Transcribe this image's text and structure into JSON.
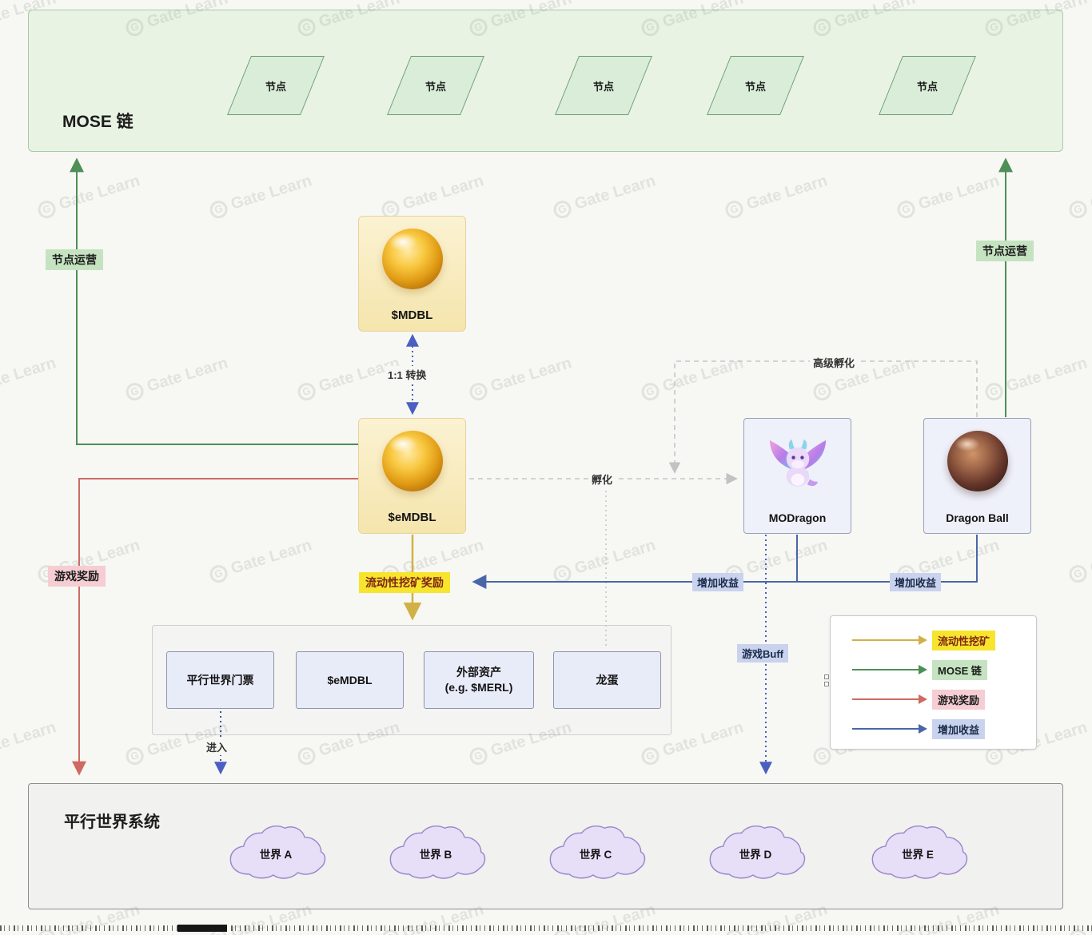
{
  "watermark": {
    "text": "Gate Learn"
  },
  "mose_chain": {
    "title": "MOSE 链",
    "nodes": [
      {
        "label": "节点"
      },
      {
        "label": "节点"
      },
      {
        "label": "节点"
      },
      {
        "label": "节点"
      },
      {
        "label": "节点"
      }
    ]
  },
  "cards": {
    "mdbl": {
      "label": "$MDBL"
    },
    "emdbl": {
      "label": "$eMDBL"
    },
    "modragon": {
      "label": "MODragon"
    },
    "dragon_ball": {
      "label": "Dragon Ball"
    }
  },
  "edge_labels": {
    "convert": "1:1 转换",
    "hatch": "孵化",
    "advanced_hatch": "高级孵化",
    "node_operation_left": "节点运营",
    "node_operation_right": "节点运营",
    "game_reward": "游戏奖励",
    "liquidity_mining_reward": "流动性挖矿奖励",
    "increase_yield_left": "增加收益",
    "increase_yield_right": "增加收益",
    "game_buff": "游戏Buff",
    "enter": "进入"
  },
  "pool": {
    "items": [
      {
        "label": "平行世界门票"
      },
      {
        "label": "$eMDBL"
      },
      {
        "label": "外部资产",
        "sublabel": "(e.g. $MERL)"
      },
      {
        "label": "龙蛋"
      }
    ]
  },
  "legend": {
    "items": [
      {
        "label": "流动性挖矿",
        "arrow_color": "#d1b145",
        "tag_bg": "#f7e42d",
        "text_color": "#7e2413"
      },
      {
        "label": "MOSE 链",
        "arrow_color": "#4d8f56",
        "tag_bg": "#c5e3c0",
        "text_color": "#1c1c1c"
      },
      {
        "label": "游戏奖励",
        "arrow_color": "#cf6a62",
        "tag_bg": "#f5cdd3",
        "text_color": "#1c1c1c"
      },
      {
        "label": "增加收益",
        "arrow_color": "#4a66a8",
        "tag_bg": "#c9d3ee",
        "text_color": "#1c2b4a"
      }
    ]
  },
  "world_system": {
    "title": "平行世界系统",
    "worlds": [
      {
        "label": "世界 A"
      },
      {
        "label": "世界 B"
      },
      {
        "label": "世界 C"
      },
      {
        "label": "世界 D"
      },
      {
        "label": "世界 E"
      }
    ]
  },
  "palette": {
    "page_bg": "#f7f7f4",
    "mose_box_bg": "#e8f3e4",
    "node_bg": "#d9edd9",
    "gold_card_bg": "#f9edc6",
    "lavender_card_bg": "#eef0fa",
    "pool_item_bg": "#e8ebf8",
    "cloud_bg": "#e7def7",
    "arrow_liquidity": "#d1b145",
    "arrow_mose": "#4d8f56",
    "arrow_game_reward": "#cf6a62",
    "arrow_yield": "#4a66a8",
    "arrow_dotted_blue": "#4a5fc1",
    "arrow_dashed_gray": "#c6c6c6"
  }
}
